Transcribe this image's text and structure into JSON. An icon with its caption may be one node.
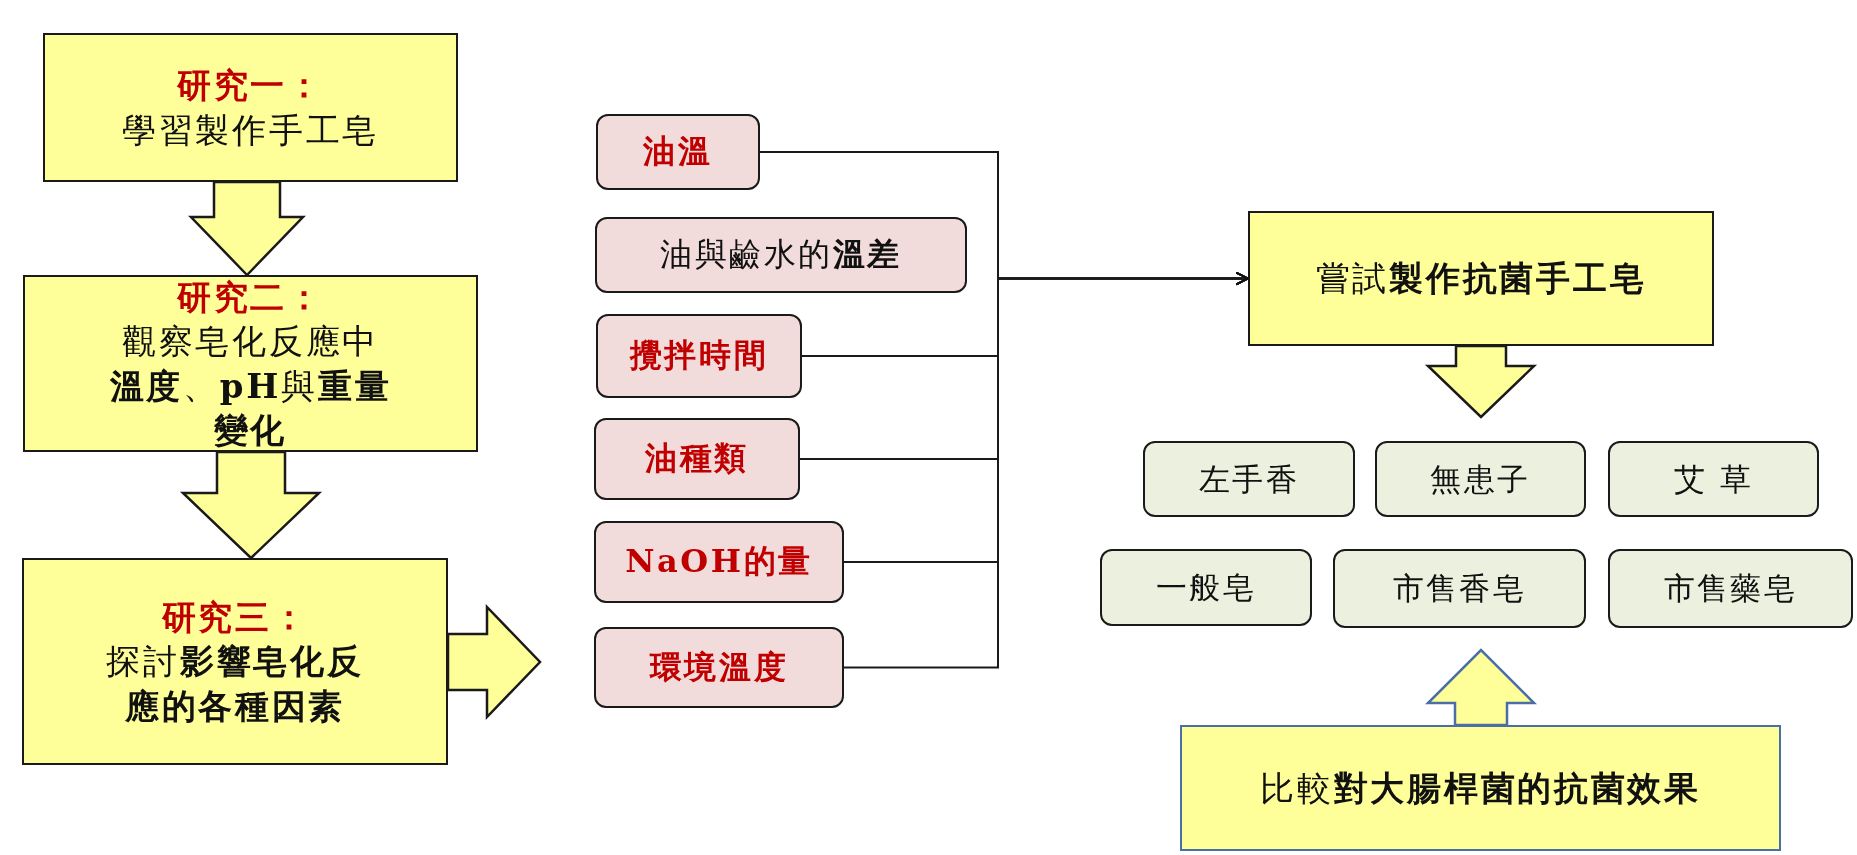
{
  "diagram": {
    "nodes": [
      {
        "text": [
          "研究一：",
          "學習製作手工皂"
        ]
      },
      {
        "text": [
          "研究二：",
          "觀察皂化反應中**溫度**、**pH**與**重量變化**"
        ]
      },
      {
        "text": [
          "研究三：",
          "探討**影響皂化反應的各種因素**"
        ]
      },
      {
        "text": [
          "油溫"
        ]
      },
      {
        "text": [
          "油與鹼水的**溫差**"
        ]
      },
      {
        "text": [
          "攪拌時間"
        ]
      },
      {
        "text": [
          "油種類"
        ]
      },
      {
        "text": [
          "NaOH的量"
        ]
      },
      {
        "text": [
          "環境溫度"
        ]
      },
      {
        "text": [
          "嘗試**製作抗菌手工皂**"
        ]
      },
      {
        "text": [
          "左手香"
        ]
      },
      {
        "text": [
          "無患子"
        ]
      },
      {
        "text": [
          "艾 草"
        ]
      },
      {
        "text": [
          "一般皂"
        ]
      },
      {
        "text": [
          "市售香皂"
        ]
      },
      {
        "text": [
          "市售藥皂"
        ]
      },
      {
        "text": [
          "比較**對大腸桿菌的抗菌效果**"
        ]
      }
    ],
    "edges": [
      {
        "from": 0,
        "to": 1,
        "arrow": "to"
      },
      {
        "from": 1,
        "to": 2,
        "arrow": "to"
      },
      {
        "from": 2,
        "to": null,
        "arrow": "to"
      },
      {
        "from": 3,
        "to": 9,
        "arrow": "to"
      },
      {
        "from": 5,
        "to": 9,
        "arrow": "to"
      },
      {
        "from": 6,
        "to": 9,
        "arrow": "to"
      },
      {
        "from": 7,
        "to": 9,
        "arrow": "to"
      },
      {
        "from": 8,
        "to": 9,
        "arrow": "to"
      },
      {
        "from": 9,
        "to": null,
        "arrow": "to"
      },
      {
        "from": 16,
        "to": null,
        "arrow": "to",
        "color": "#4a6fa5"
      }
    ]
  }
}
